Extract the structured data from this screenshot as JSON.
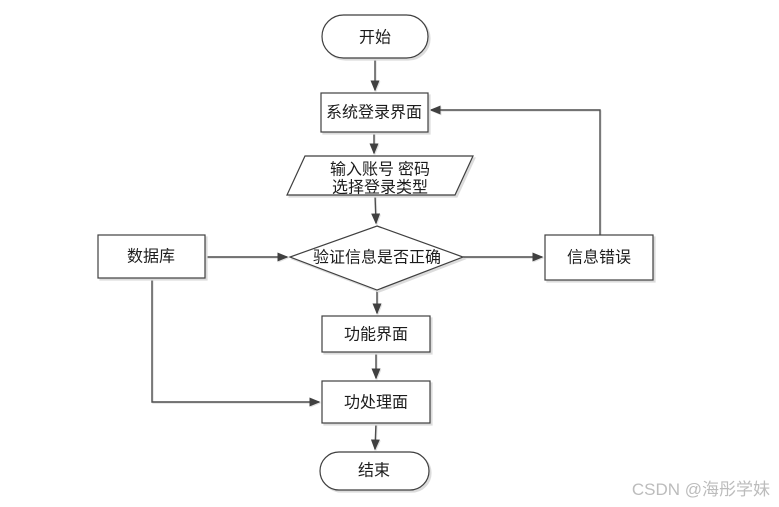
{
  "diagram": {
    "title": "login-flowchart",
    "nodes": {
      "start": {
        "label": "开始",
        "shape": "stadium"
      },
      "login": {
        "label": "系统登录界面",
        "shape": "rectangle"
      },
      "input": {
        "line1": "输入账号 密码",
        "line2": "选择登录类型",
        "shape": "parallelogram"
      },
      "verify": {
        "label": "验证信息是否正确",
        "shape": "diamond"
      },
      "database": {
        "label": "数据库",
        "shape": "rectangle"
      },
      "error": {
        "label": "信息错误",
        "shape": "rectangle"
      },
      "function": {
        "label": "功能界面",
        "shape": "rectangle"
      },
      "process": {
        "label": "功处理面",
        "shape": "rectangle"
      },
      "end": {
        "label": "结束",
        "shape": "stadium"
      }
    },
    "edges": [
      "start->login",
      "login->input",
      "input->verify",
      "database->verify",
      "verify->error",
      "error->login",
      "verify->function",
      "function->process",
      "database->process",
      "process->end"
    ],
    "colors": {
      "shape_stroke": "#3f3f3f",
      "shape_fill": "#ffffff",
      "line": "#4d4d4d",
      "arrowhead": "#404040",
      "text": "#1c1c1c",
      "shadow": "#dcdcdc",
      "watermark": "#bcbcbc",
      "background": "#ffffff"
    }
  },
  "watermark": {
    "text": "CSDN @海彤学妹"
  }
}
